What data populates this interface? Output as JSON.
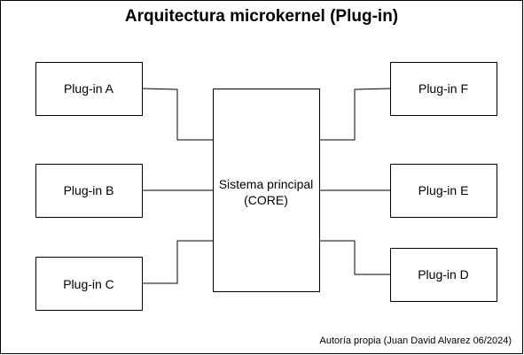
{
  "title": "Arquitectura microkernel (Plug-in)",
  "core": {
    "line1": "Sistema principal",
    "line2": "(CORE)"
  },
  "plugins": {
    "a": "Plug-in A",
    "b": "Plug-in B",
    "c": "Plug-in C",
    "d": "Plug-in D",
    "e": "Plug-in E",
    "f": "Plug-in F"
  },
  "credit": "Autoría propia (Juan David Alvarez 06/2024)"
}
